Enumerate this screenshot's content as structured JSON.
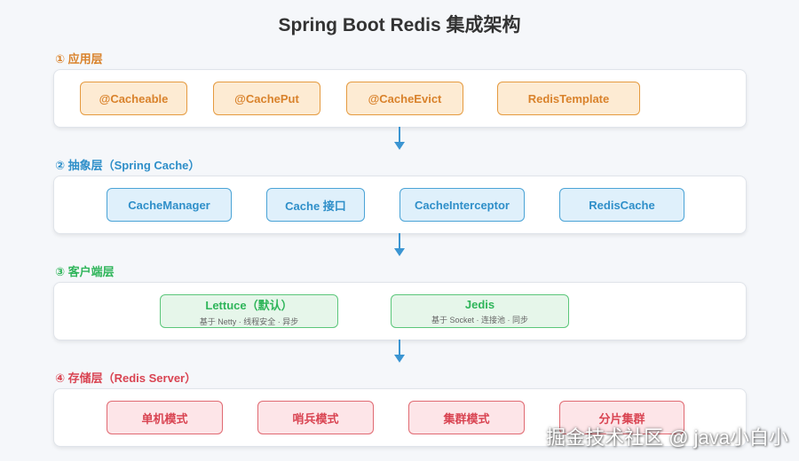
{
  "title": "Spring Boot Redis 集成架构",
  "colors": {
    "app": "#e59a3f",
    "abstract": "#2f8fc9",
    "client": "#2fb55a",
    "storage": "#d94452"
  },
  "layers": [
    {
      "label": "① 应用层",
      "boxes": [
        {
          "text": "@Cacheable"
        },
        {
          "text": "@CachePut"
        },
        {
          "text": "@CacheEvict"
        },
        {
          "text": "RedisTemplate"
        }
      ]
    },
    {
      "label": "② 抽象层（Spring Cache）",
      "boxes": [
        {
          "text": "CacheManager"
        },
        {
          "text": "Cache 接口"
        },
        {
          "text": "CacheInterceptor"
        },
        {
          "text": "RedisCache"
        }
      ]
    },
    {
      "label": "③ 客户端层",
      "boxes": [
        {
          "text": "Lettuce（默认）",
          "sub": "基于 Netty · 线程安全 · 异步"
        },
        {
          "text": "Jedis",
          "sub": "基于 Socket · 连接池 · 同步"
        }
      ]
    },
    {
      "label": "④ 存储层（Redis Server）",
      "boxes": [
        {
          "text": "单机模式"
        },
        {
          "text": "哨兵模式"
        },
        {
          "text": "集群模式"
        },
        {
          "text": "分片集群"
        }
      ]
    }
  ],
  "watermark": "掘金技术社区 @ java小白小"
}
